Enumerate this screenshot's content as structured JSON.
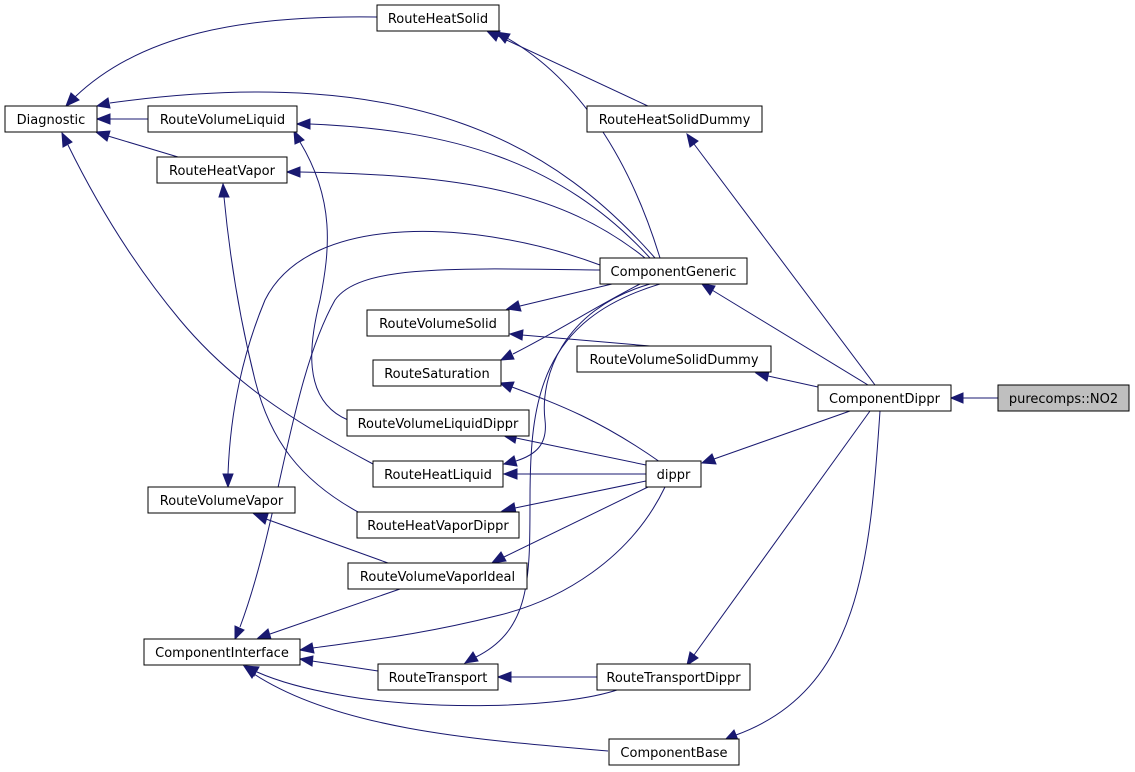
{
  "diagram": {
    "colors": {
      "edge": "#191970",
      "box_border": "#000000",
      "box_fill": "#ffffff",
      "highlight_fill": "#bfbfbf"
    },
    "nodes": {
      "purecomps_no2": "purecomps::NO2",
      "component_dippr": "ComponentDippr",
      "component_generic": "ComponentGeneric",
      "component_interface": "ComponentInterface",
      "component_base": "ComponentBase",
      "dippr": "dippr",
      "diagnostic": "Diagnostic",
      "route_heat_solid": "RouteHeatSolid",
      "route_heat_solid_dummy": "RouteHeatSolidDummy",
      "route_volume_liquid": "RouteVolumeLiquid",
      "route_heat_vapor": "RouteHeatVapor",
      "route_volume_solid": "RouteVolumeSolid",
      "route_volume_solid_dummy": "RouteVolumeSolidDummy",
      "route_saturation": "RouteSaturation",
      "route_volume_liquid_dippr": "RouteVolumeLiquidDippr",
      "route_heat_liquid": "RouteHeatLiquid",
      "route_volume_vapor": "RouteVolumeVapor",
      "route_heat_vapor_dippr": "RouteHeatVaporDippr",
      "route_volume_vapor_ideal": "RouteVolumeVaporIdeal",
      "route_transport": "RouteTransport",
      "route_transport_dippr": "RouteTransportDippr"
    }
  }
}
